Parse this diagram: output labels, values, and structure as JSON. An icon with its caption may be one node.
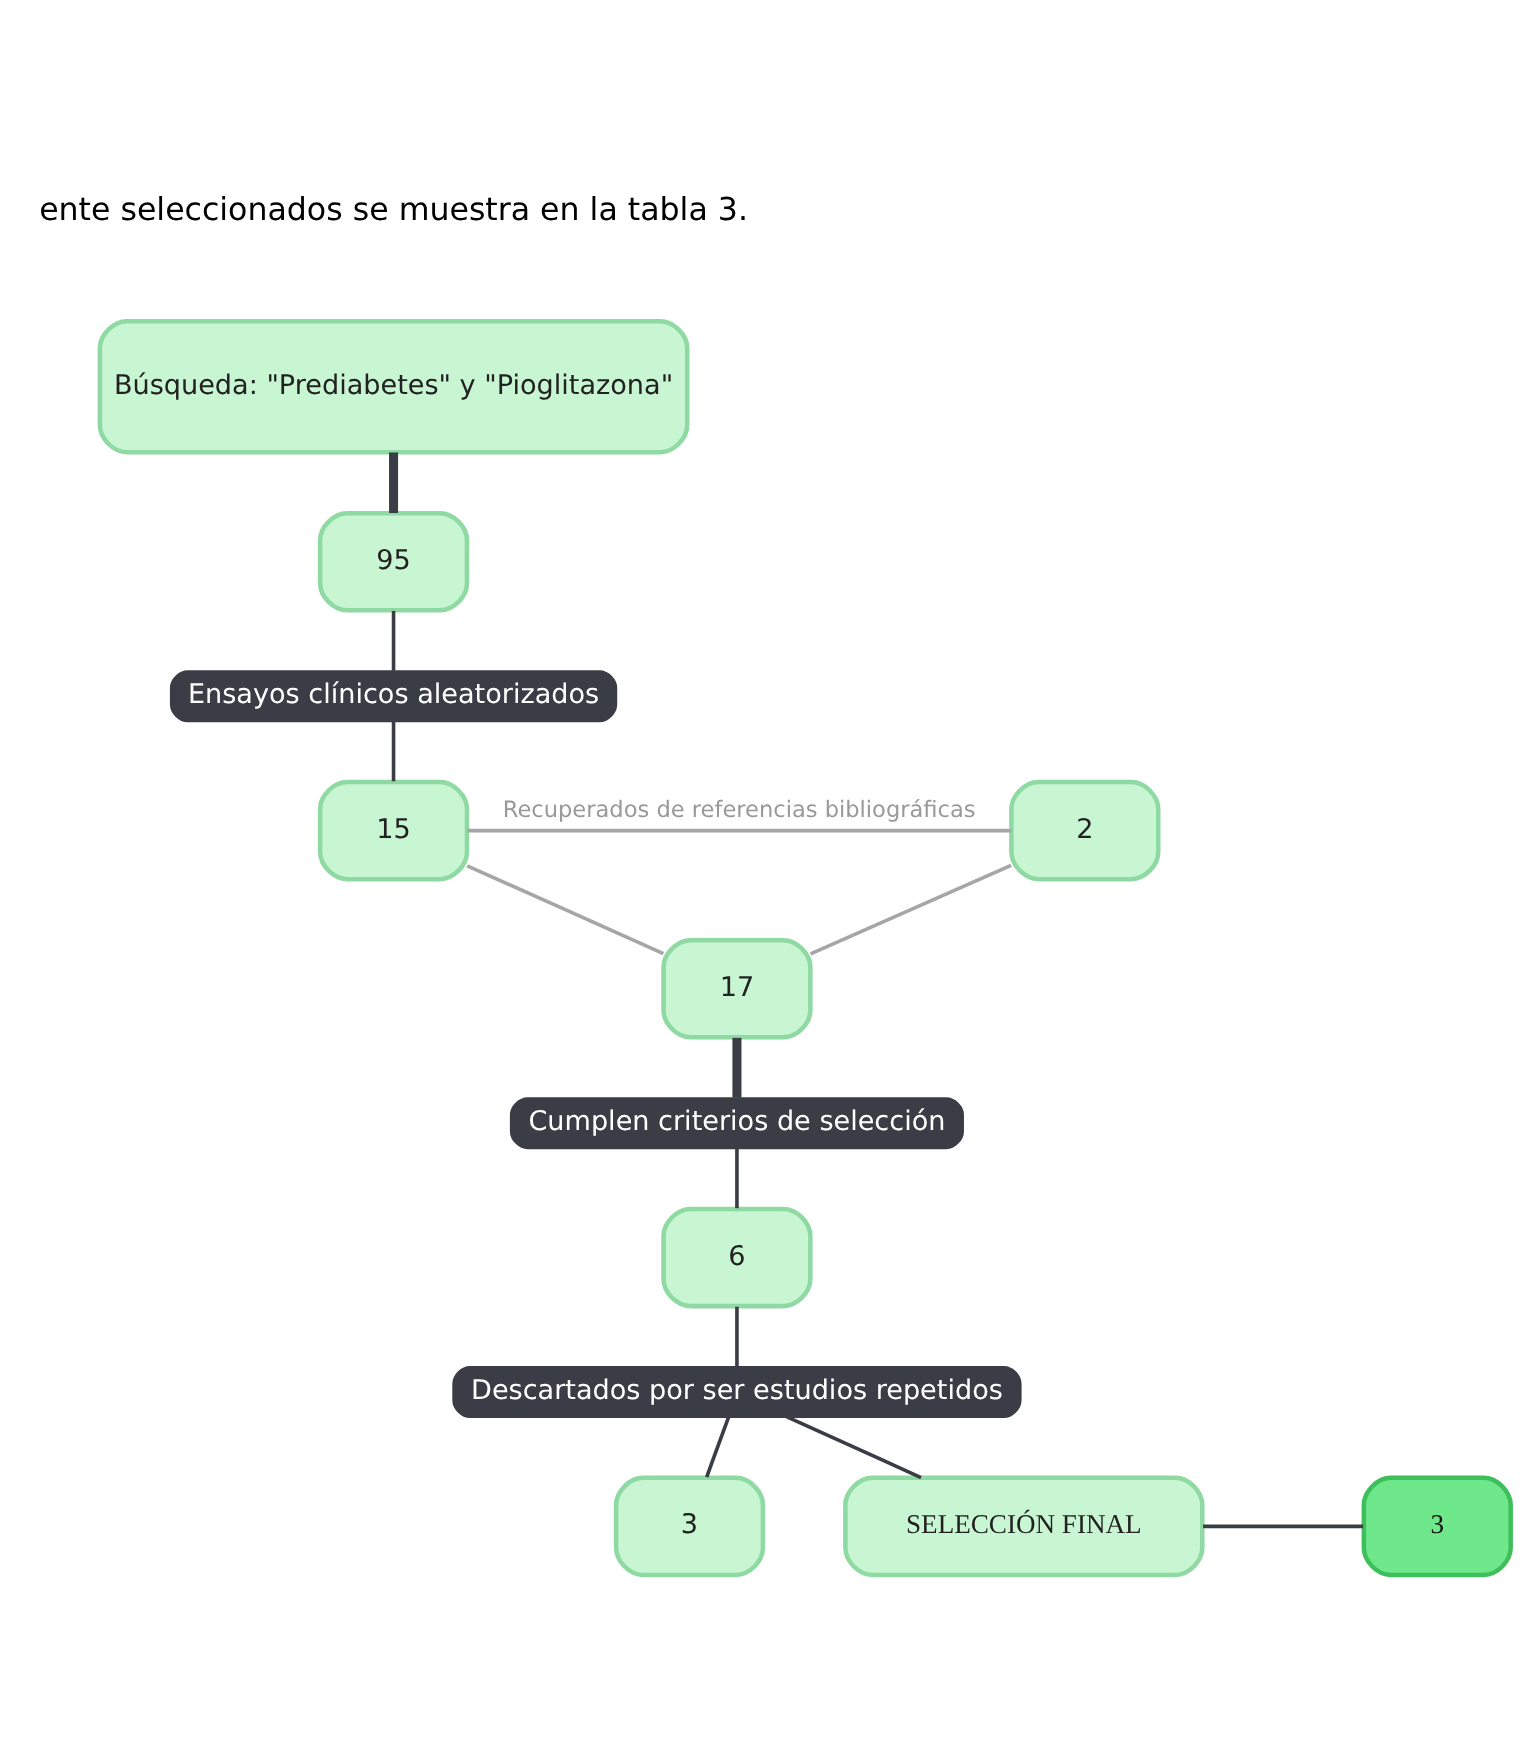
{
  "diagram": {
    "nodes": [
      {
        "text": [
          "Búsqueda: \"Prediabetes\" y \"Pioglitazona\""
        ]
      },
      {
        "text": [
          "95"
        ]
      },
      {
        "text": [
          "Ensayos clínicos aleatorizados"
        ]
      },
      {
        "text": [
          "15"
        ]
      },
      {
        "text": [
          "2"
        ]
      },
      {
        "text": [
          "17"
        ]
      },
      {
        "text": [
          "Cumplen criterios de selección"
        ]
      },
      {
        "text": [
          "6"
        ]
      },
      {
        "text": [
          "Descartados por ser estudios repetidos"
        ]
      },
      {
        "text": [
          "3"
        ]
      },
      {
        "text": [
          "SELECCIÓN FINAL"
        ]
      },
      {
        "text": [
          "3"
        ]
      }
    ],
    "edges": [
      {
        "from": 0,
        "to": 1,
        "arrow": "none",
        "style": "thick"
      },
      {
        "from": 1,
        "to": 2,
        "arrow": "none"
      },
      {
        "from": 2,
        "to": 3,
        "arrow": "none"
      },
      {
        "from": 3,
        "to": 4,
        "arrow": "none",
        "label": "Recuperados de referencias bibliográficas",
        "color": "#a6a6a6"
      },
      {
        "from": 3,
        "to": 5,
        "arrow": "none",
        "color": "#a6a6a6"
      },
      {
        "from": 4,
        "to": 5,
        "arrow": "none",
        "color": "#a6a6a6"
      },
      {
        "from": 5,
        "to": 6,
        "arrow": "none",
        "style": "thick"
      },
      {
        "from": 6,
        "to": 7,
        "arrow": "none"
      },
      {
        "from": 7,
        "to": 8,
        "arrow": "none"
      },
      {
        "from": 8,
        "to": 9,
        "arrow": "none"
      },
      {
        "from": 8,
        "to": 10,
        "arrow": "none"
      },
      {
        "from": 10,
        "to": 11,
        "arrow": "none"
      }
    ],
    "labels": [
      "ente seleccionados se muestra en la tabla 3."
    ]
  }
}
